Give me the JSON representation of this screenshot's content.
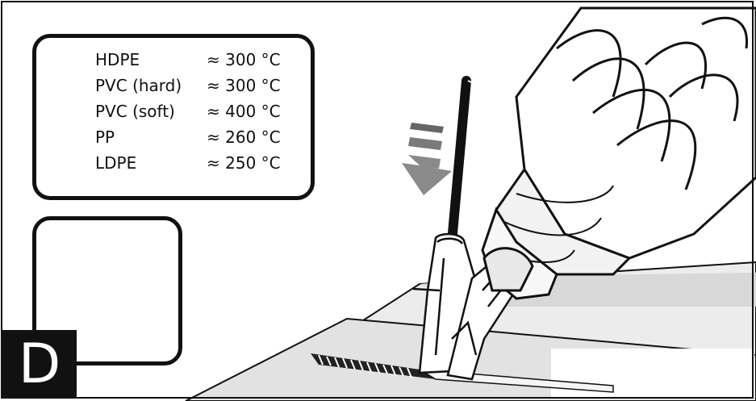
{
  "temperature_panel": {
    "rows": [
      {
        "material": "HDPE",
        "temperature": "≈ 300 °C"
      },
      {
        "material": "PVC (hard)",
        "temperature": "≈ 300 °C"
      },
      {
        "material": "PVC (soft)",
        "temperature": "≈ 400 °C"
      },
      {
        "material": "PP",
        "temperature": "≈ 260 °C"
      },
      {
        "material": "LDPE",
        "temperature": "≈ 250 °C"
      }
    ]
  },
  "step": {
    "letter": "D"
  },
  "icons": {
    "thermometer": "thermometer-icon",
    "ventilation": "open-window-ventilation-icon",
    "push_direction": "down-arrow-icon",
    "tool": "heat-gun-icon"
  }
}
